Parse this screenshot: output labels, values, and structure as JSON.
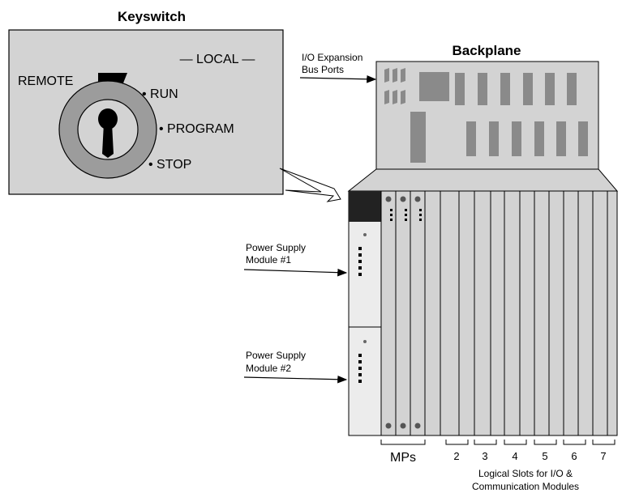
{
  "keyswitch": {
    "title": "Keyswitch",
    "local_label": "— LOCAL —",
    "remote_label": "REMOTE",
    "positions": [
      "RUN",
      "PROGRAM",
      "STOP"
    ]
  },
  "backplane": {
    "title": "Backplane",
    "io_expansion_label": [
      "I/O Expansion",
      "Bus Ports"
    ]
  },
  "power_supplies": [
    {
      "label": [
        "Power Supply",
        "Module #1"
      ]
    },
    {
      "label": [
        "Power Supply",
        "Module #2"
      ]
    }
  ],
  "slots": {
    "mps_label": "MPs",
    "numbers": [
      "2",
      "3",
      "4",
      "5",
      "6",
      "7"
    ],
    "caption": [
      "Logical Slots for I/O &",
      "Communication Modules"
    ]
  }
}
